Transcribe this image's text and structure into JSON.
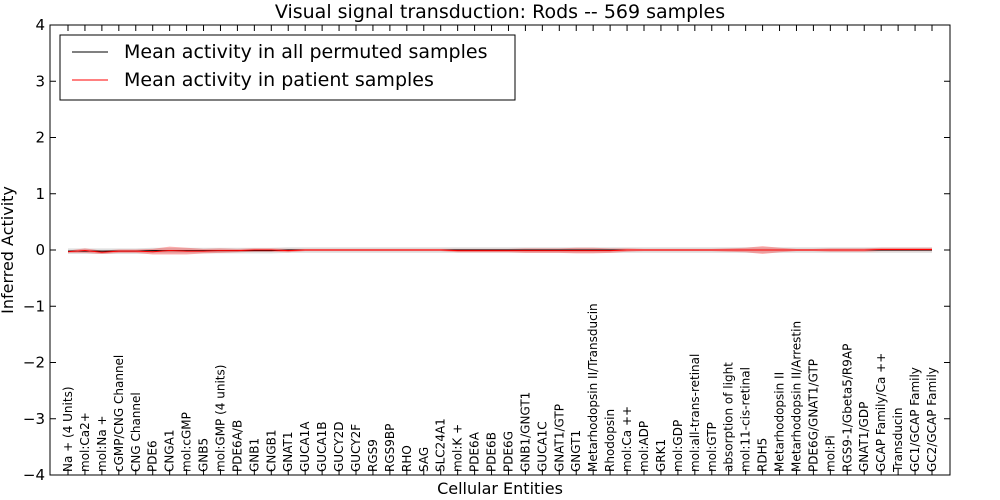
{
  "chart_data": {
    "type": "line",
    "title": "Visual signal transduction: Rods -- 569 samples",
    "xlabel": "Cellular Entities",
    "ylabel": "Inferred Activity",
    "ylim": [
      -4,
      4
    ],
    "yticks": [
      -4,
      -3,
      -2,
      -1,
      0,
      1,
      2,
      3,
      4
    ],
    "grid": false,
    "legend_position": "top-left",
    "categories": [
      "Na + (4 Units)",
      "mol:Ca2+",
      "mol:Na +",
      "cGMP/CNG Channel",
      "CNG Channel",
      "PDE6",
      "CNGA1",
      "mol:cGMP",
      "GNB5",
      "mol:GMP (4 units)",
      "PDE6A/B",
      "GNB1",
      "CNGB1",
      "GNAT1",
      "GUCA1A",
      "GUCA1B",
      "GUCY2D",
      "GUCY2F",
      "RGS9",
      "RGS9BP",
      "RHO",
      "SAG",
      "SLC24A1",
      "mol:K +",
      "PDE6A",
      "PDE6B",
      "PDE6G",
      "GNB1/GNGT1",
      "GUCA1C",
      "GNAT1/GTP",
      "GNGT1",
      "Metarhodopsin II/Transducin",
      "Rhodopsin",
      "mol:Ca ++",
      "mol:ADP",
      "GRK1",
      "mol:GDP",
      "mol:all-trans-retinal",
      "mol:GTP",
      "absorption of light",
      "mol:11-cis-retinal",
      "RDH5",
      "Metarhodopsin II",
      "Metarhodopsin II/Arrestin",
      "PDE6G/GNAT1/GTP",
      "mol:Pi",
      "RGS9-1/Gbeta5/R9AP",
      "GNAT1/GDP",
      "GCAP Family/Ca ++",
      "Transducin",
      "GC1/GCAP Family",
      "GC2/GCAP Family"
    ],
    "series": [
      {
        "name": "Mean activity in all permuted samples",
        "color": "#000000",
        "values": [
          -0.02,
          -0.02,
          -0.02,
          -0.02,
          -0.02,
          -0.01,
          -0.01,
          -0.01,
          -0.01,
          -0.01,
          -0.01,
          -0.01,
          -0.01,
          0.0,
          0.0,
          0.0,
          0.0,
          0.0,
          0.0,
          0.0,
          0.0,
          0.0,
          0.0,
          0.0,
          0.0,
          0.0,
          0.0,
          0.0,
          0.0,
          0.0,
          0.0,
          0.0,
          0.0,
          0.0,
          0.0,
          0.0,
          0.0,
          0.0,
          0.0,
          0.0,
          0.0,
          0.0,
          0.0,
          0.0,
          0.0,
          0.0,
          0.0,
          0.0,
          0.0,
          0.0,
          0.0,
          0.0
        ],
        "band": 0.05
      },
      {
        "name": "Mean activity in patient samples",
        "color": "#ff0000",
        "values": [
          -0.03,
          -0.01,
          -0.04,
          -0.02,
          -0.02,
          -0.03,
          -0.01,
          -0.02,
          -0.02,
          -0.01,
          -0.01,
          0.0,
          0.0,
          -0.01,
          0.0,
          0.0,
          0.0,
          0.0,
          0.0,
          0.0,
          0.0,
          0.0,
          0.0,
          -0.01,
          -0.01,
          -0.01,
          -0.01,
          -0.01,
          -0.01,
          -0.01,
          -0.01,
          -0.01,
          -0.01,
          0.0,
          0.0,
          0.0,
          0.0,
          0.0,
          0.0,
          0.0,
          0.0,
          0.0,
          0.0,
          0.0,
          0.0,
          0.0,
          0.0,
          0.0,
          0.01,
          0.01,
          0.01,
          0.01
        ],
        "band": [
          0.02,
          0.04,
          0.03,
          0.03,
          0.03,
          0.05,
          0.07,
          0.06,
          0.04,
          0.04,
          0.03,
          0.03,
          0.03,
          0.03,
          0.02,
          0.02,
          0.02,
          0.02,
          0.02,
          0.02,
          0.02,
          0.02,
          0.02,
          0.03,
          0.03,
          0.03,
          0.03,
          0.04,
          0.04,
          0.04,
          0.05,
          0.05,
          0.04,
          0.03,
          0.02,
          0.02,
          0.02,
          0.02,
          0.02,
          0.03,
          0.04,
          0.07,
          0.04,
          0.02,
          0.02,
          0.03,
          0.03,
          0.03,
          0.03,
          0.03,
          0.03,
          0.03
        ]
      }
    ]
  }
}
